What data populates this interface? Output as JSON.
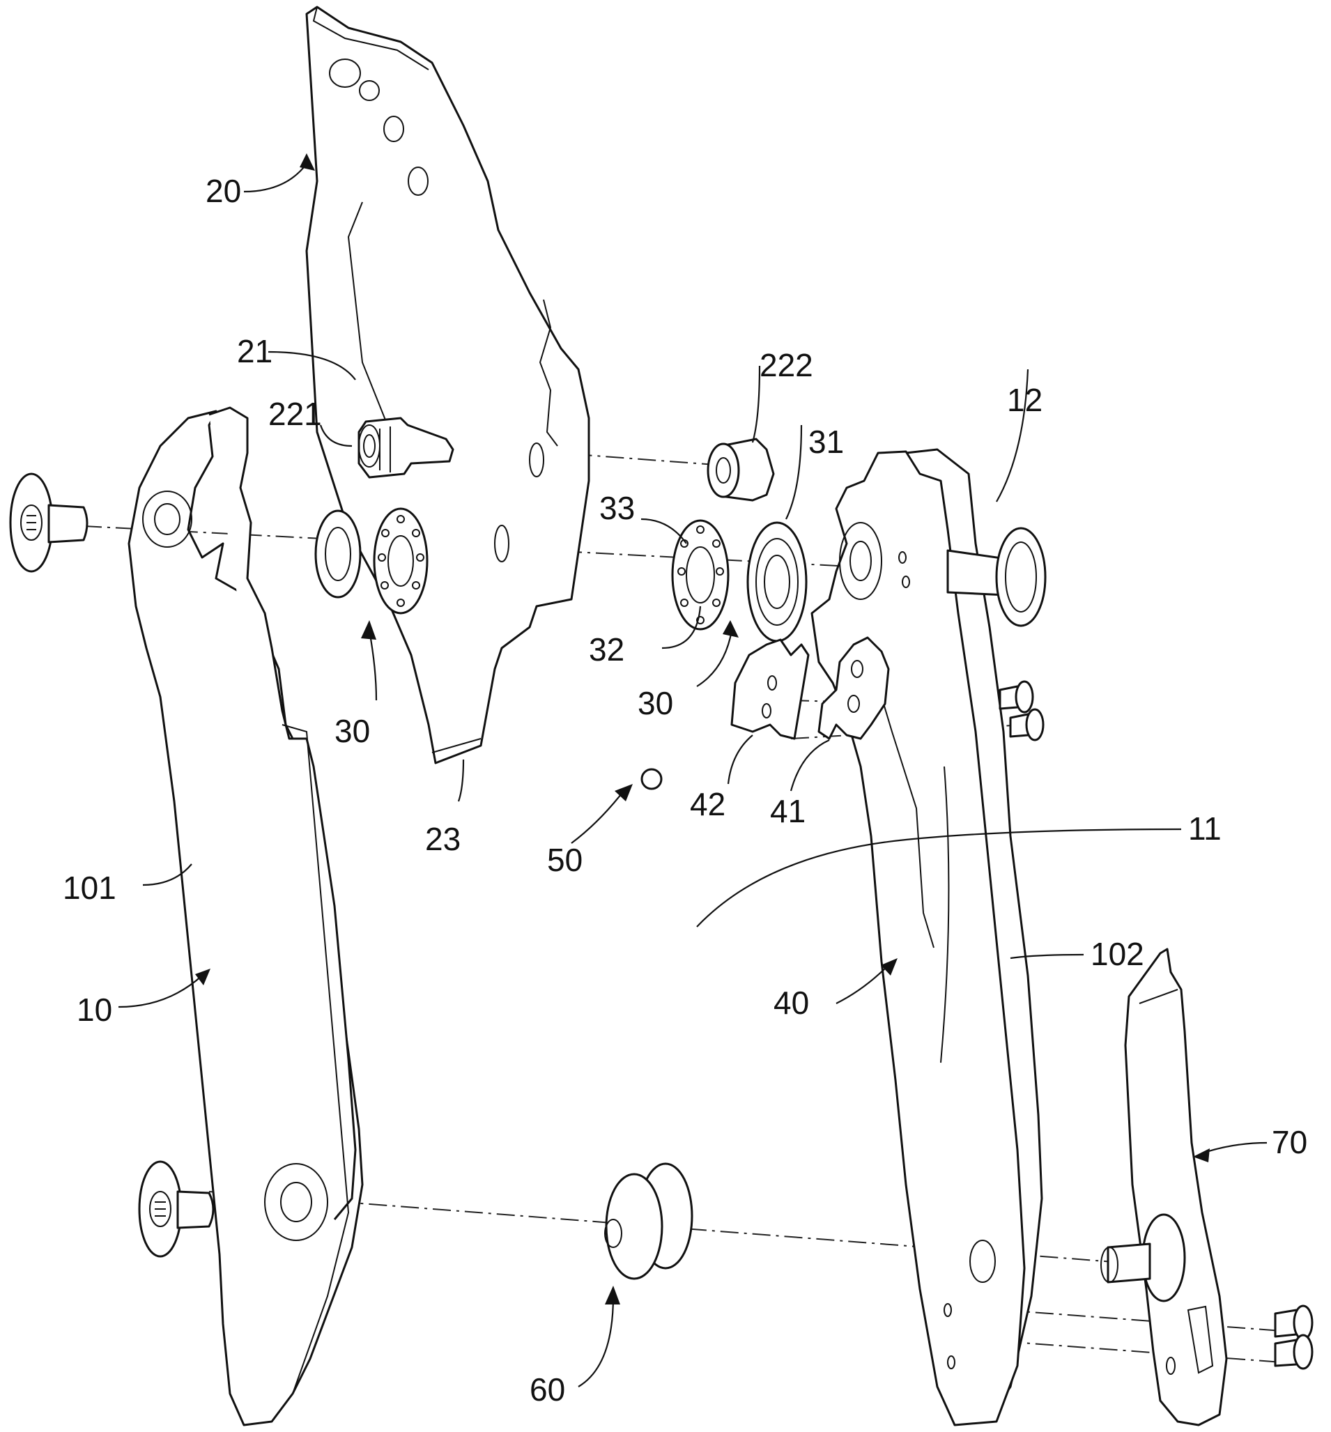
{
  "labels": {
    "p20": "20",
    "p21": "21",
    "p221": "221",
    "p222": "222",
    "p23": "23",
    "p30a": "30",
    "p30b": "30",
    "p31": "31",
    "p32": "32",
    "p33": "33",
    "p12": "12",
    "p11": "11",
    "p101": "101",
    "p10": "10",
    "p102": "102",
    "p40": "40",
    "p41": "41",
    "p42": "42",
    "p50": "50",
    "p60": "60",
    "p70": "70"
  }
}
